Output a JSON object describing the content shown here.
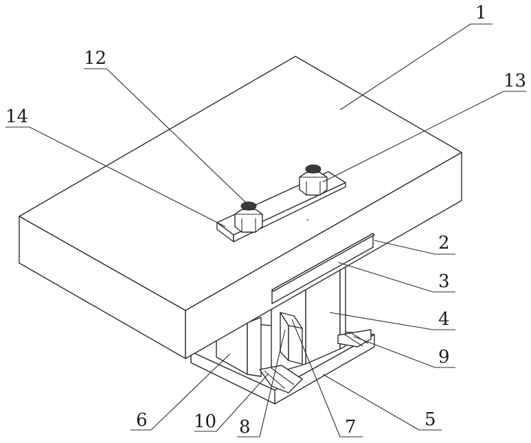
{
  "labels": {
    "l1": "1",
    "l2": "2",
    "l3": "3",
    "l4": "4",
    "l5": "5",
    "l6": "6",
    "l7": "7",
    "l8": "8",
    "l9": "9",
    "l10": "10",
    "l12": "12",
    "l13": "13",
    "l14": "14"
  }
}
